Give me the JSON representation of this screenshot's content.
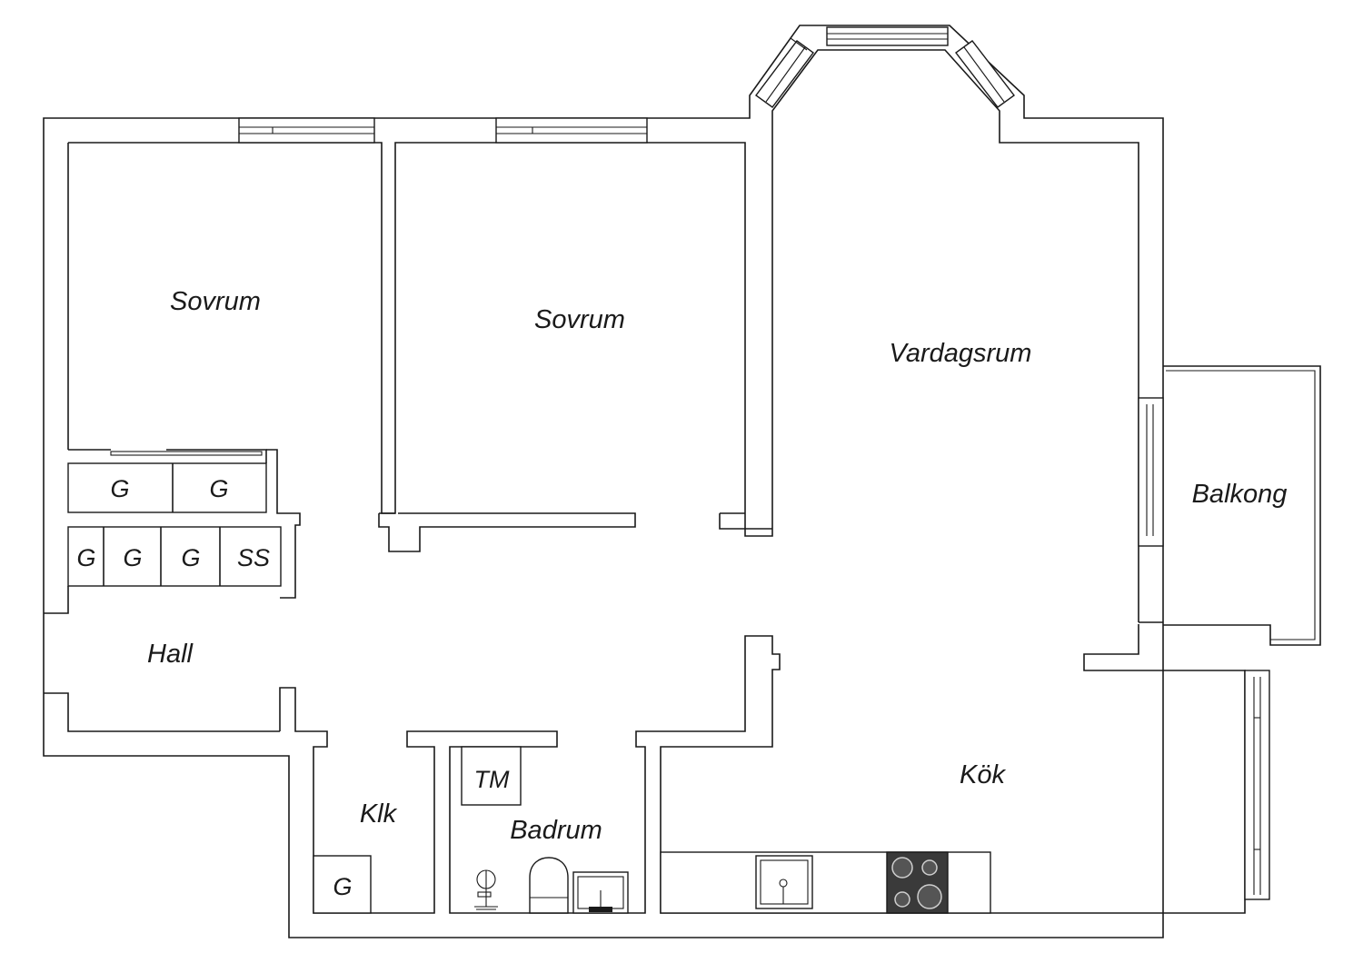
{
  "rooms": {
    "sovrum_left": "Sovrum",
    "sovrum_middle": "Sovrum",
    "vardagsrum": "Vardagsrum",
    "balkong": "Balkong",
    "hall": "Hall",
    "klk": "Klk",
    "badrum": "Badrum",
    "kok": "Kök"
  },
  "closets": {
    "upper_row": [
      "G",
      "G"
    ],
    "lower_row": [
      "G",
      "G",
      "G",
      "SS"
    ],
    "klk": "G",
    "badrum_tm": "TM"
  },
  "icons": {
    "stove": "stove-icon",
    "kitchen_sink": "kitchen-sink-icon",
    "bathroom_sink": "bathroom-sink-icon",
    "toilet": "toilet-icon",
    "shower": "shower-icon",
    "window": "window-icon"
  },
  "colors": {
    "wall": "#1a1a1a",
    "background": "#ffffff",
    "stove": "#3a3a3a"
  }
}
